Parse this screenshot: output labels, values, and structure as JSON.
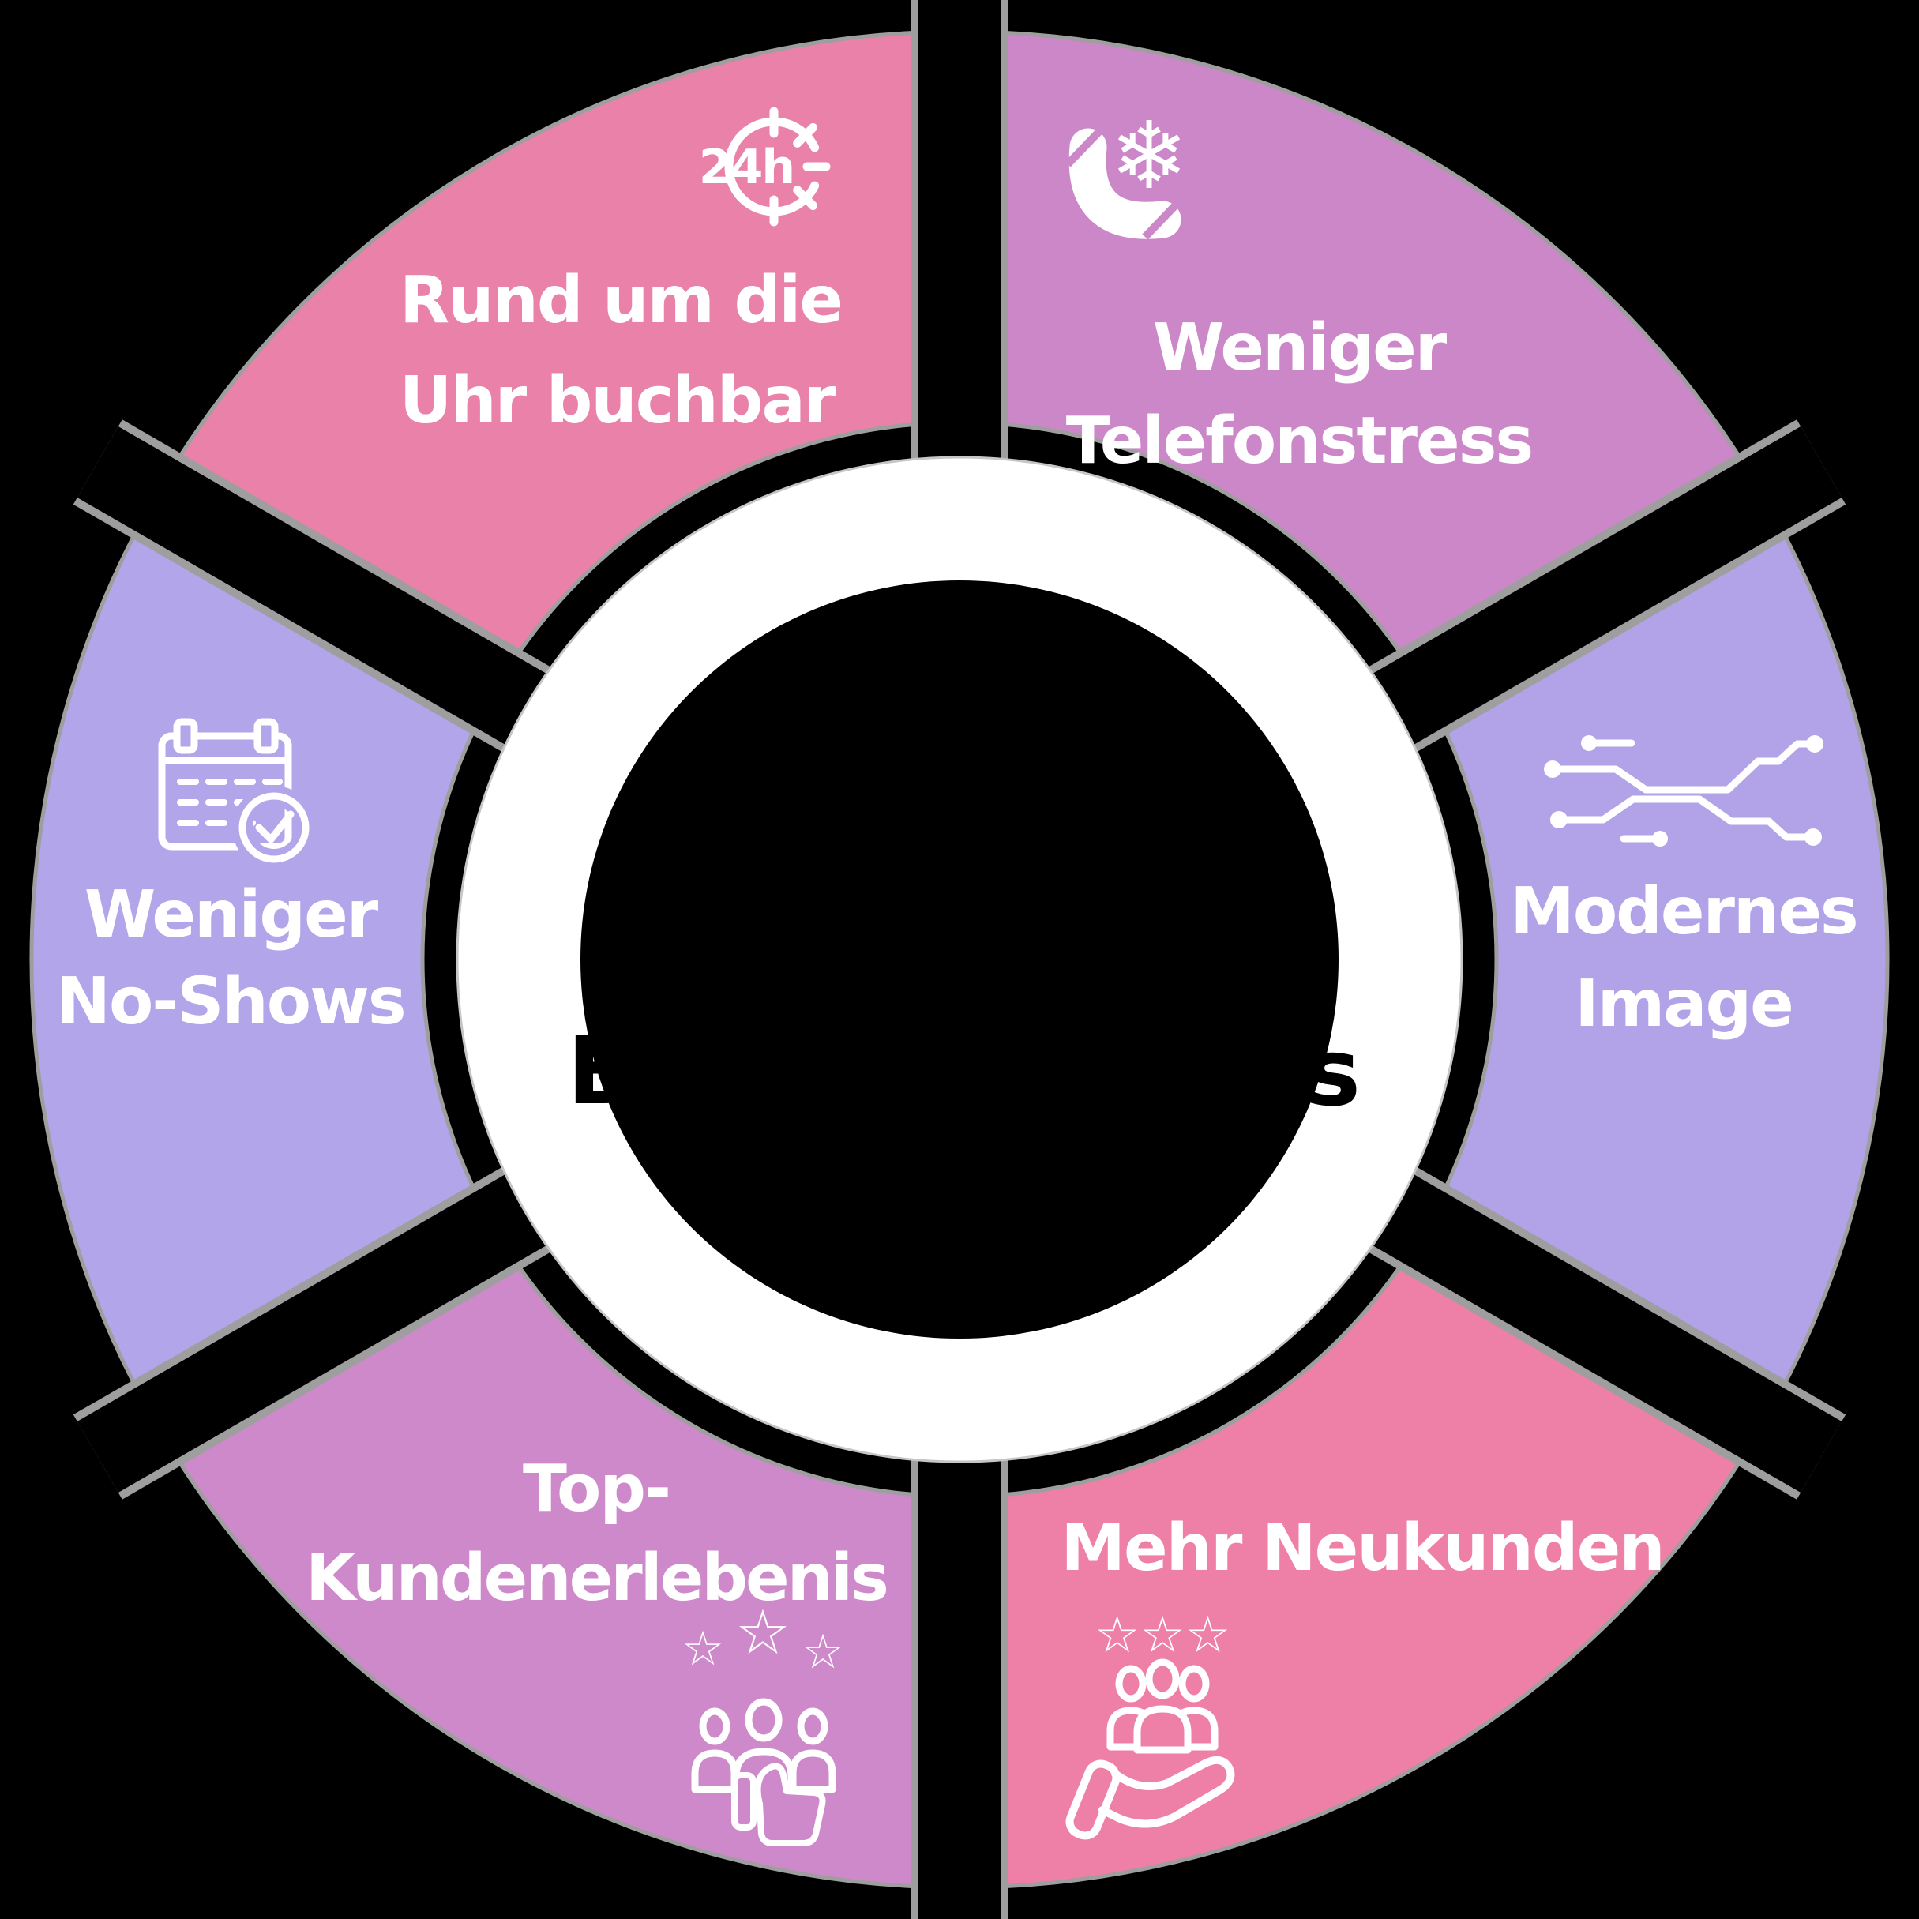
{
  "background_color": "#000000",
  "wheel": {
    "ring_color": "#ffffff",
    "hole_color": "#000000",
    "edge_color": "#9e9e9e",
    "center_text_color": "#000000",
    "center_text_visible_left": "B",
    "center_text_visible_right": "s"
  },
  "label_text_color": "#ffffff",
  "segments": [
    {
      "id": "rund-um-die-uhr-buchbar",
      "color": "#E981A9",
      "icon": "24h-clock",
      "icon_text": "24h",
      "label_lines": [
        "Rund um die",
        "Uhr buchbar"
      ]
    },
    {
      "id": "weniger-telefonstress",
      "color": "#CC87C9",
      "icon": "phone-snowflake",
      "icon_glyph": "❄",
      "label_lines": [
        "Weniger",
        "Telefonstress"
      ]
    },
    {
      "id": "modernes-image",
      "color": "#B2A3E9",
      "icon": "circuit-traces",
      "label_lines": [
        "Modernes",
        "Image"
      ]
    },
    {
      "id": "mehr-neukunden",
      "color": "#EE7FA6",
      "icon": "customers-in-hand",
      "stars_row": "☆☆☆",
      "label_lines": [
        "Mehr Neukunden"
      ]
    },
    {
      "id": "top-kundenerlebenis",
      "color": "#CD89C9",
      "icon": "people-thumbs-up",
      "star_glyph": "☆",
      "label_lines": [
        "Top-",
        "Kundenerlebenis"
      ]
    },
    {
      "id": "weniger-no-shows",
      "color": "#B3A5E9",
      "icon": "calendar-check",
      "label_lines": [
        "Weniger",
        "No-Shows"
      ]
    }
  ]
}
